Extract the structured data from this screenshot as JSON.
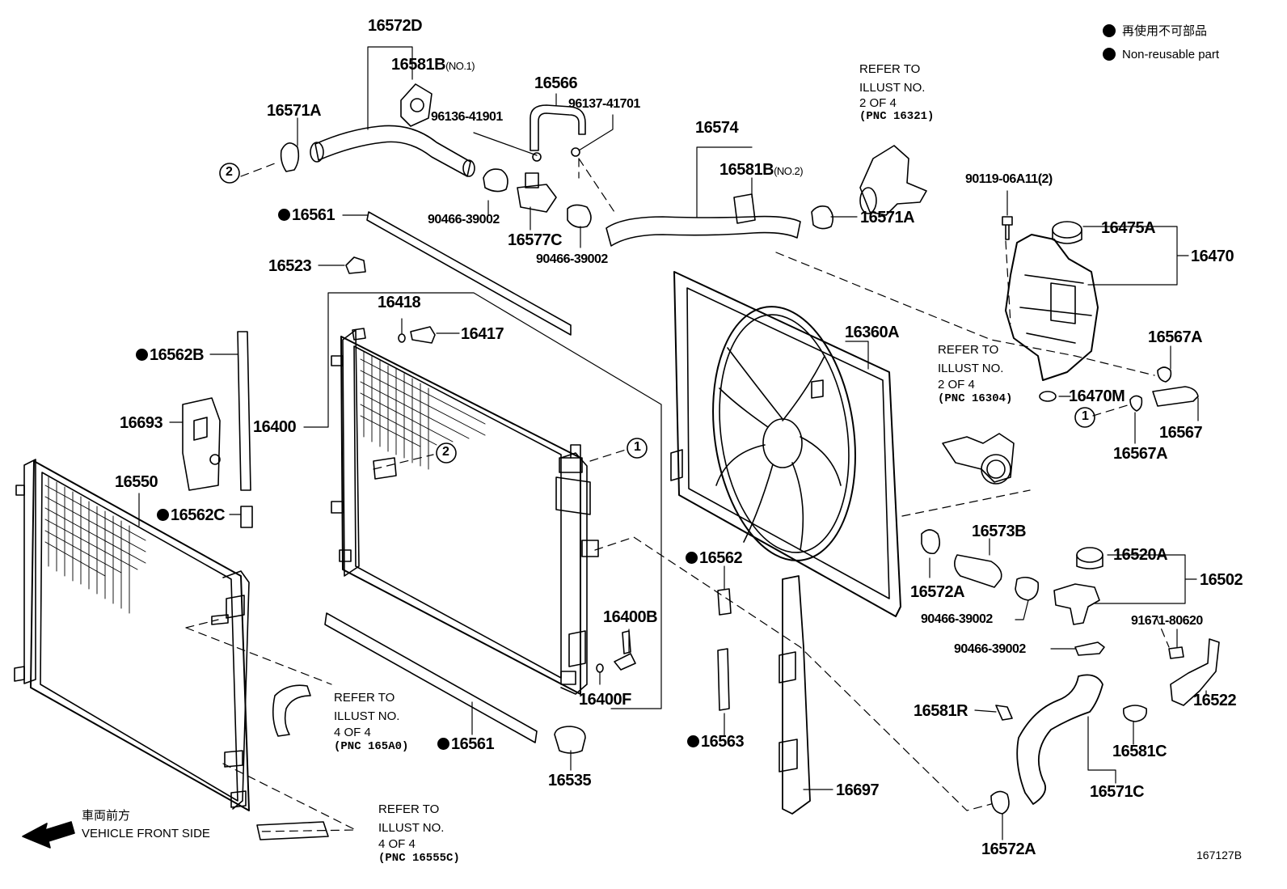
{
  "legend": {
    "jp": "再使用不可部品",
    "en": "Non-reusable part"
  },
  "diagram_code": "167127B",
  "vehicle_front": {
    "jp": "車両前方",
    "en": "VEHICLE FRONT SIDE"
  },
  "refs": {
    "r16321": {
      "l1": "REFER TO",
      "l2": "ILLUST NO.",
      "l3": "2 OF 4",
      "l4": "(PNC 16321)"
    },
    "r16304": {
      "l1": "REFER TO",
      "l2": "ILLUST NO.",
      "l3": "2 OF 4",
      "l4": "(PNC 16304)"
    },
    "r165A0": {
      "l1": "REFER TO",
      "l2": "ILLUST NO.",
      "l3": "4 OF 4",
      "l4": "(PNC 165A0)"
    },
    "r16555C": {
      "l1": "REFER TO",
      "l2": "ILLUST NO.",
      "l3": "4 OF 4",
      "l4": "(PNC 16555C)"
    }
  },
  "callouts": {
    "one": "1",
    "two": "2"
  },
  "parts": {
    "p16572D": "16572D",
    "p16581B_1": "16581B",
    "p16581B_1_sub": "(NO.1)",
    "p16566": "16566",
    "p96137": "96137-41701",
    "p96136": "96136-41901",
    "p16571A_l": "16571A",
    "p16574": "16574",
    "p16581B_2": "16581B",
    "p16581B_2_sub": "(NO.2)",
    "p16571A_r": "16571A",
    "p90119": "90119-06A11(2)",
    "p16475A": "16475A",
    "p16470": "16470",
    "p16561_t": "16561",
    "p90466_a": "90466-39002",
    "p16577C": "16577C",
    "p90466_b": "90466-39002",
    "p16523": "16523",
    "p16418": "16418",
    "p16417": "16417",
    "p16360A": "16360A",
    "p16567A_t": "16567A",
    "p16562B": "16562B",
    "p16470M": "16470M",
    "p16567": "16567",
    "p16693": "16693",
    "p16400": "16400",
    "p16567A_b": "16567A",
    "p16550": "16550",
    "p16562C": "16562C",
    "p16573B": "16573B",
    "p16562": "16562",
    "p16520A": "16520A",
    "p16502": "16502",
    "p16572A_m": "16572A",
    "p90466_c": "90466-39002",
    "p91671": "91671-80620",
    "p16400B": "16400B",
    "p90466_d": "90466-39002",
    "p16400F": "16400F",
    "p16581R": "16581R",
    "p16522": "16522",
    "p16561_b": "16561",
    "p16563": "16563",
    "p16581C": "16581C",
    "p16535": "16535",
    "p16697": "16697",
    "p16571C": "16571C",
    "p16572A_b": "16572A"
  }
}
